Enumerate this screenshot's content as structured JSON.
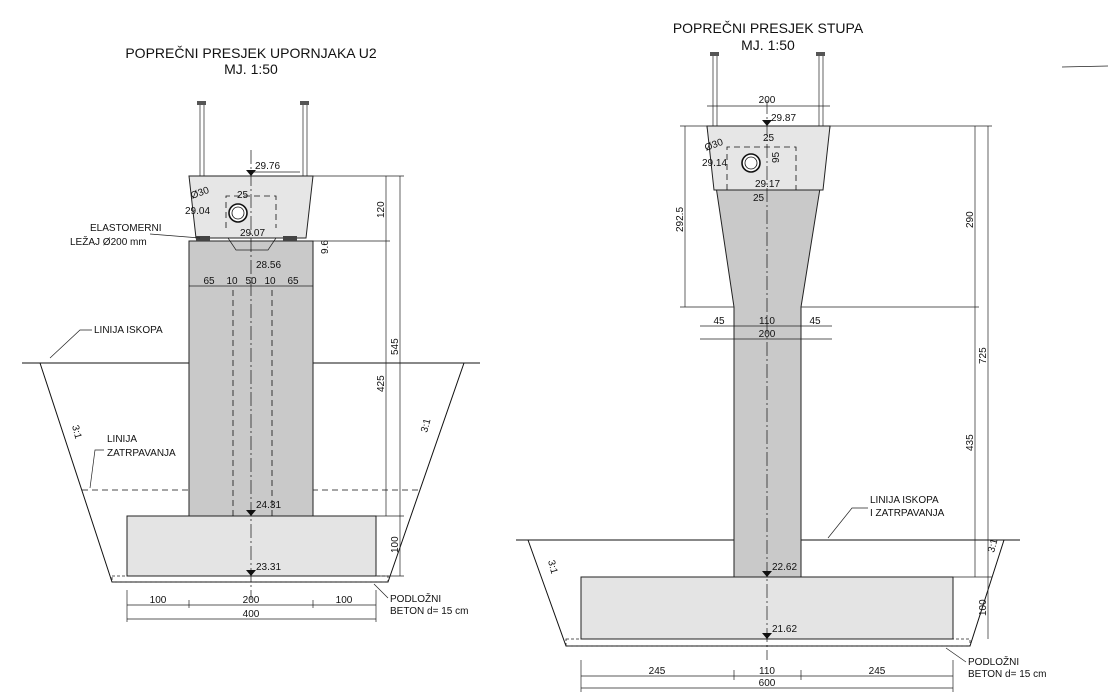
{
  "abutment": {
    "title": "POPREČNI PRESJEK UPORNJAKA U2",
    "scale": "MJ. 1:50",
    "levels": {
      "top": "29.76",
      "bearing_left": "29.04",
      "bearing_right": "29.07",
      "seat": "28.56",
      "pier_bottom": "24.31",
      "found_bottom": "23.31"
    },
    "pipe_diameter": "Ø30",
    "dim_25": "25",
    "dim_9_6": "9.6",
    "elastomer_line1": "ELASTOMERNI",
    "elastomer_line2": "LEŽAJ Ø200 mm",
    "widths": [
      "65",
      "10",
      "50",
      "10",
      "65"
    ],
    "heights": {
      "cap": "120",
      "total": "545",
      "pier": "425",
      "found": "100"
    },
    "excavation_label": "LINIJA ISKOPA",
    "backfill_line1": "LINIJA",
    "backfill_line2": "ZATRPAVANJA",
    "slope": "3:1",
    "found_dims": [
      "100",
      "200",
      "100"
    ],
    "found_total": "400",
    "base_line1": "PODLOŽNI",
    "base_line2": "BETON d= 15 cm"
  },
  "column": {
    "title": "POPREČNI PRESJEK STUPA",
    "scale": "MJ. 1:50",
    "top_width": "200",
    "levels": {
      "top": "29.87",
      "bearing_left": "29.14",
      "bearing_right": "29.17",
      "pier_bottom": "22.62",
      "found_bottom": "21.62"
    },
    "pipe_diameter": "Ø30",
    "dim_25a": "25",
    "dim_25b": "25",
    "dim_95": "95",
    "heights": {
      "head": "292.5",
      "top": "290",
      "total": "725",
      "shaft": "435",
      "found": "100"
    },
    "widths": [
      "45",
      "110",
      "45"
    ],
    "width_total": "200",
    "excavation_line1": "LINIJA ISKOPA",
    "excavation_line2": "I ZATRPAVANJA",
    "slope": "3:1",
    "found_dims": [
      "245",
      "110",
      "245"
    ],
    "found_total": "600",
    "base_line1": "PODLOŽNI",
    "base_line2": "BETON d= 15 cm"
  }
}
